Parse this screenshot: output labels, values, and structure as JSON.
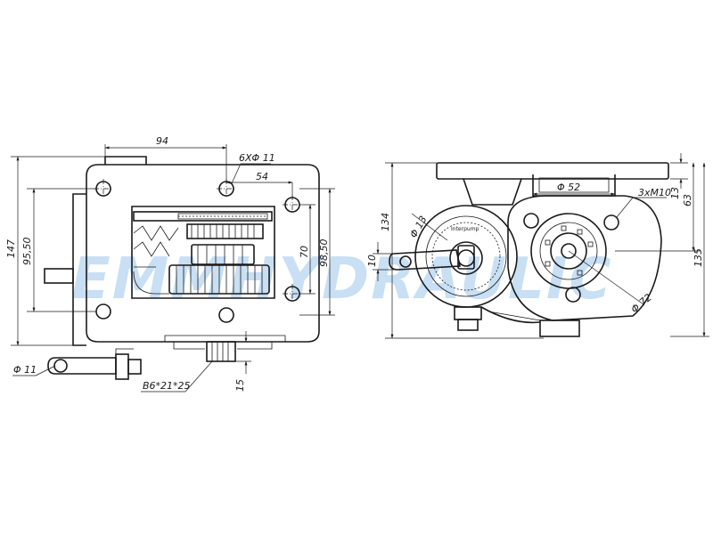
{
  "watermark": "EMMHYDRAULIC",
  "front_view": {
    "dims": {
      "d_94": "94",
      "holes": "6XΦ 11",
      "d_54": "54",
      "d_147": "147",
      "d_95_50": "95,50",
      "d_70": "70",
      "d_98_50": "98,50",
      "d_11": "Φ 11",
      "spline": "B6*21*25",
      "d_15": "15"
    }
  },
  "side_view": {
    "dims": {
      "d_52": "Φ 52",
      "threads": "3xM10",
      "d_13": "13",
      "d_63": "63",
      "d_134": "134",
      "d_13_phi": "Φ 13",
      "d_10": "10",
      "d_135": "135",
      "d_72": "Φ 72"
    },
    "badge": "Interpump"
  }
}
